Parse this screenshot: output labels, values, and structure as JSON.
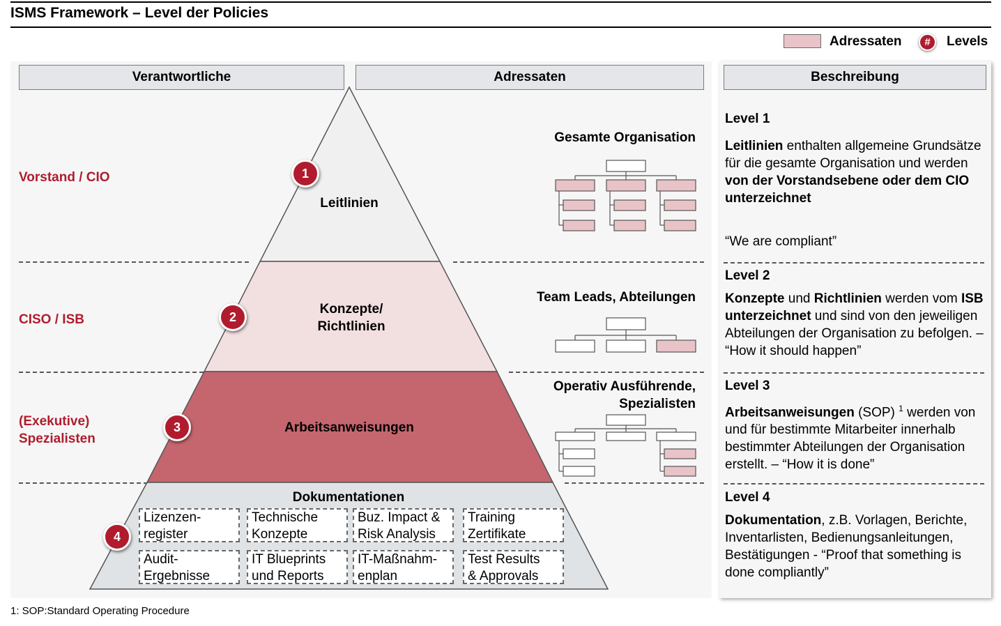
{
  "title": "ISMS Framework – Level der Policies",
  "legend": {
    "addressees": "Adressaten",
    "levels_symbol": "#",
    "levels": "Levels"
  },
  "headers": {
    "responsible": "Verantwortliche",
    "addressees": "Adressaten",
    "description": "Beschreibung"
  },
  "roles": {
    "r1": "Vorstand / CIO",
    "r2": "CISO / ISB",
    "r3a": "(Exekutive)",
    "r3b": "Spezialisten"
  },
  "pyramid": {
    "l1": "Leitlinien",
    "l2a": "Konzepte/",
    "l2b": "Richtlinien",
    "l3": "Arbeitsanweisungen",
    "l4": "Dokumentationen",
    "n1": "1",
    "n2": "2",
    "n3": "3",
    "n4": "4"
  },
  "docs": {
    "d1a": "Lizenzen-",
    "d1b": "register",
    "d2a": "Technische",
    "d2b": "Konzepte",
    "d3a": "Buz. Impact &",
    "d3b": "Risk Analysis",
    "d4a": "Training",
    "d4b": "Zertifikate",
    "d5a": "Audit-",
    "d5b": "Ergebnisse",
    "d6a": "IT Blueprints",
    "d6b": "und Reports",
    "d7a": "IT-Maßnahm-",
    "d7b": "enplan",
    "d8a": "Test Results",
    "d8b": "& Approvals"
  },
  "audiences": {
    "a1": "Gesamte Organisation",
    "a2": "Team Leads, Abteilungen",
    "a3a": "Operativ Ausführende,",
    "a3b": "Spezialisten"
  },
  "levels": {
    "l1": {
      "heading": "Level 1",
      "p1": "Leitlinien",
      "p2": " enthalten allgemeine Grundsätze für die gesamte Organisation und werden ",
      "p3": "von der Vorstandsebene oder dem CIO unterzeichnet",
      "quote": "“We are compliant”"
    },
    "l2": {
      "heading": "Level 2",
      "p1": "Konzepte",
      "p2": " und ",
      "p3": "Richtlinien",
      "p4": " werden vom ",
      "p5": "ISB unterzeichnet",
      "p6": " und sind von den jeweiligen Abteilungen der Organisation zu befolgen. – “How it should happen”"
    },
    "l3": {
      "heading": "Level 3",
      "p1": "Arbeitsanweisungen",
      "p2": " (SOP) ",
      "sup": "1",
      "p3": " werden von und für bestimmte Mitarbeiter innerhalb bestimmter Abteilungen der Organisation erstellt. – “How it is done”"
    },
    "l4": {
      "heading": "Level 4",
      "p1": "Dokumentation",
      "p2": ", z.B. Vorlagen, Berichte, Inventarlisten, Bedienungsanleitungen, Bestätigungen - “Proof that something is done compliantly”"
    }
  },
  "footnote": "1: SOP:Standard Operating Procedure",
  "colors": {
    "accent": "#b01c2e",
    "level1": "#f0f0f0",
    "level2": "#f2e0e1",
    "level3": "#c5666e",
    "level4": "#dfe3e6",
    "addressee_box": "#e8c3c7"
  }
}
